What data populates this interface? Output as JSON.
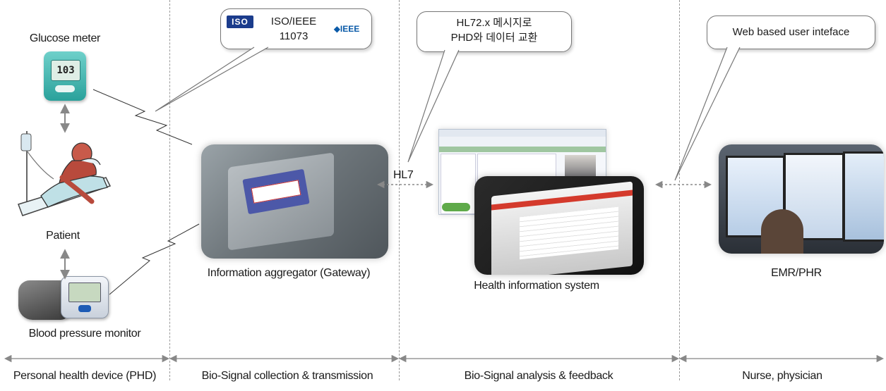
{
  "devices": {
    "glucose_meter": "Glucose meter",
    "glucose_reading": "103",
    "patient": "Patient",
    "bp_monitor": "Blood pressure monitor"
  },
  "gateway": {
    "label": "Information aggregator (Gateway)",
    "callout_line1": "ISO/IEEE",
    "callout_line2": "11073",
    "iso_logo": "ISO",
    "ieee_logo": "◆IEEE"
  },
  "his": {
    "label": "Health information system",
    "hl7_label": "HL7",
    "callout_line1": "HL72.x 메시지로",
    "callout_line2": "PHD와 데이터 교환"
  },
  "emr": {
    "label": "EMR/PHR",
    "callout": "Web based user inteface"
  },
  "stages": [
    {
      "label": "Personal health device (PHD)"
    },
    {
      "label": "Bio-Signal collection & transmission"
    },
    {
      "label": "Bio-Signal analysis & feedback"
    },
    {
      "label": "Nurse, physician"
    }
  ],
  "colors": {
    "divider": "#9a9a9a",
    "arrow": "#888888",
    "glucose_teal": "#3fb5b0",
    "iso_blue": "#1b3c8c",
    "ieee_blue": "#0a5aa8"
  }
}
